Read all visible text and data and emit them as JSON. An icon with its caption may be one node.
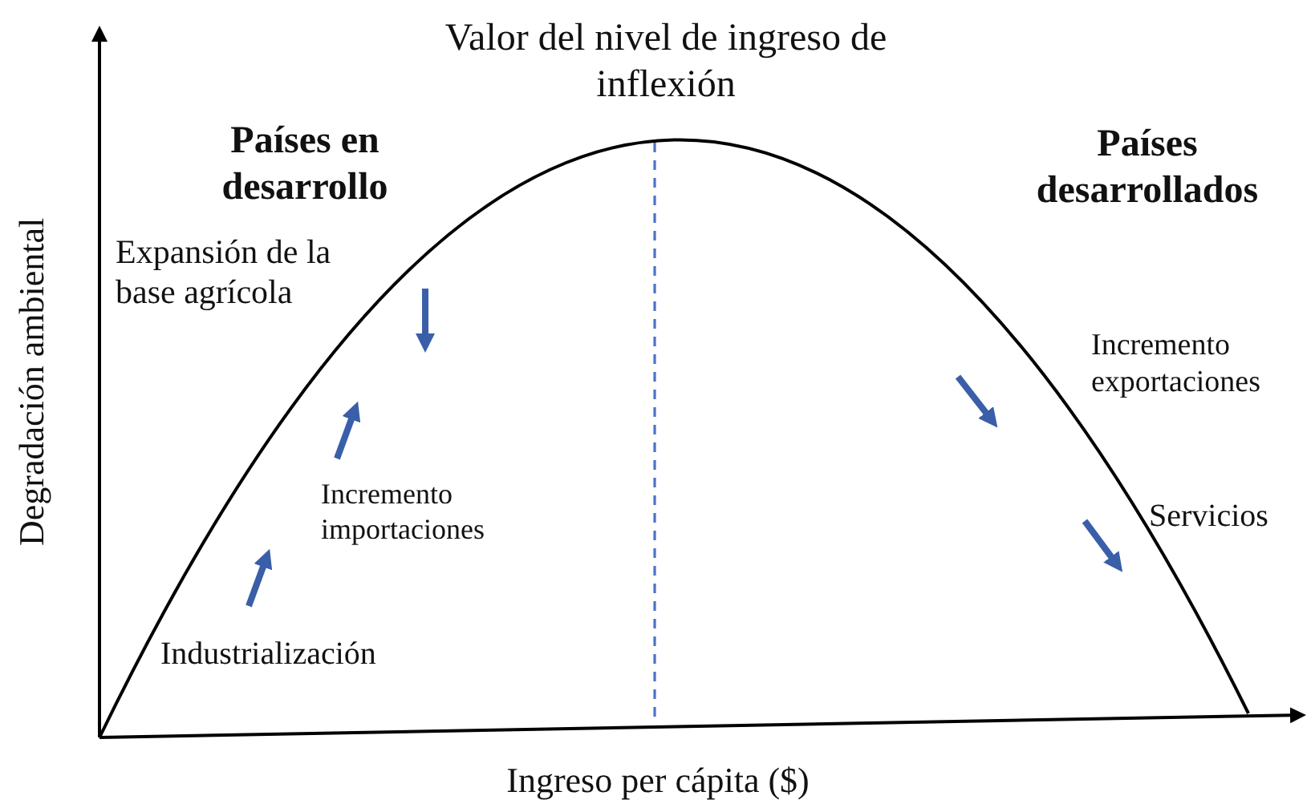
{
  "diagram": {
    "labels": [
      "Valor del nivel de ingreso de inflexión",
      "Países en desarrollo",
      "Países desarrollados",
      "Expansión de la base agrícola",
      "Incremento importaciones",
      "Industrialización",
      "Incremento exportaciones",
      "Servicios",
      "Degradación ambiental",
      "Ingreso per cápita ($)"
    ]
  }
}
